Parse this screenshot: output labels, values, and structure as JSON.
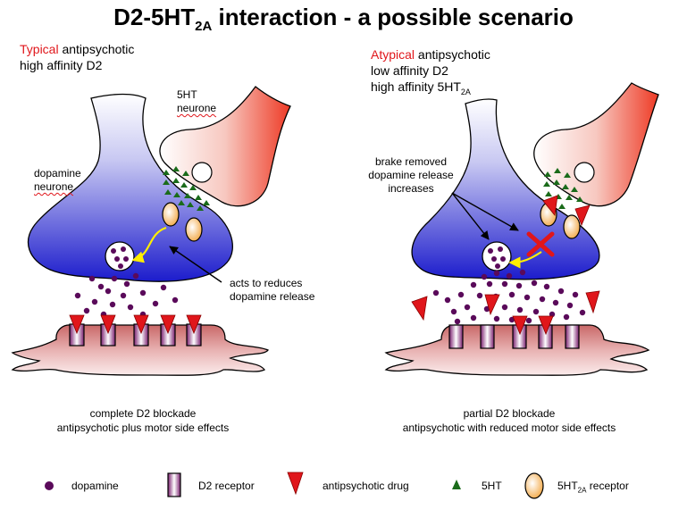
{
  "title": {
    "main": "D2-5HT",
    "sub": "2A",
    "rest": " interaction - a possible scenario"
  },
  "left": {
    "heading_red": "Typical",
    "heading_rest": " antipsychotic",
    "heading_line2": "high affinity D2",
    "label_5ht_l1": "5HT",
    "label_5ht_l2": "neurone",
    "label_da_l1": "dopamine",
    "label_da_l2": "neurone",
    "annotation_l1": "acts to reduces",
    "annotation_l2": "dopamine release",
    "caption_l1": "complete D2 blockade",
    "caption_l2": "antipsychotic plus motor side effects"
  },
  "right": {
    "heading_red": "Atypical",
    "heading_rest": " antipsychotic",
    "heading_line2": "low affinity D2",
    "heading_line3": "high affinity 5HT",
    "heading_line3_sub": "2A",
    "annotation_l1": "brake removed",
    "annotation_l2": "dopamine release",
    "annotation_l3": "increases",
    "caption_l1": "partial D2 blockade",
    "caption_l2": "antipsychotic with reduced motor side effects"
  },
  "legend": {
    "dopamine": "dopamine",
    "d2_receptor": "D2 receptor",
    "drug": "antipsychotic drug",
    "ht": "5HT",
    "ht2a_main": "5HT",
    "ht2a_sub": "2A",
    "ht2a_rest": " receptor"
  },
  "colors": {
    "blue": "#2222cc",
    "red": "#e0161b",
    "dopamine": "#5a0a5a",
    "serotonin": "#1a6b1a",
    "receptor_ht2a": "#f2a33a",
    "membrane": "#c26060"
  }
}
